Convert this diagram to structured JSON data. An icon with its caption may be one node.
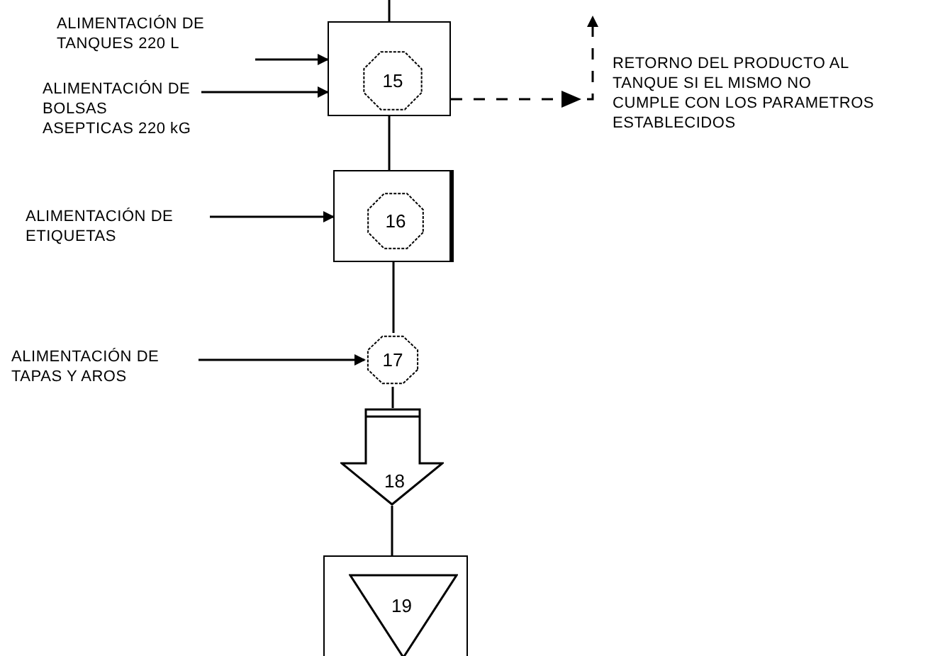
{
  "diagram": {
    "nodes": [
      {
        "text": [],
        "shape": "box"
      },
      {
        "text": [
          "15"
        ],
        "in": 0
      },
      {
        "text": [],
        "shape": "box"
      },
      {
        "text": [
          "16"
        ],
        "in": 2
      },
      {
        "text": [
          "17"
        ]
      },
      {
        "text": [
          "18"
        ]
      },
      {
        "text": [],
        "shape": "box"
      },
      {
        "text": [
          "19"
        ],
        "in": 6
      },
      {
        "text": [
          "ALIMENTACIÓN DE TANQUES 220 L"
        ]
      },
      {
        "text": [
          "ALIMENTACIÓN DE BOLSAS ASEPTICAS 220 kG"
        ]
      },
      {
        "text": [
          "ALIMENTACIÓN DE ETIQUETAS"
        ]
      },
      {
        "text": [
          "ALIMENTACIÓN DE TAPAS Y AROS"
        ]
      }
    ],
    "edges": [
      {
        "from": null,
        "to": 0,
        "arrow": "none"
      },
      {
        "from": 8,
        "to": 0,
        "arrow": "to"
      },
      {
        "from": 9,
        "to": 0,
        "arrow": "to"
      },
      {
        "from": 0,
        "to": null,
        "arrow": "to",
        "style": "dashed"
      },
      {
        "from": 0,
        "to": 2,
        "arrow": "none"
      },
      {
        "from": 10,
        "to": 2,
        "arrow": "to"
      },
      {
        "from": 2,
        "to": 4,
        "arrow": "none"
      },
      {
        "from": 11,
        "to": 4,
        "arrow": "to"
      },
      {
        "from": 4,
        "to": 5,
        "arrow": "none"
      },
      {
        "from": 5,
        "to": 6,
        "arrow": "none"
      }
    ],
    "labels": [
      "RETORNO DEL PRODUCTO AL TANQUE SI EL MISMO NO CUMPLE CON LOS PARAMETROS ESTABLECIDOS"
    ]
  }
}
